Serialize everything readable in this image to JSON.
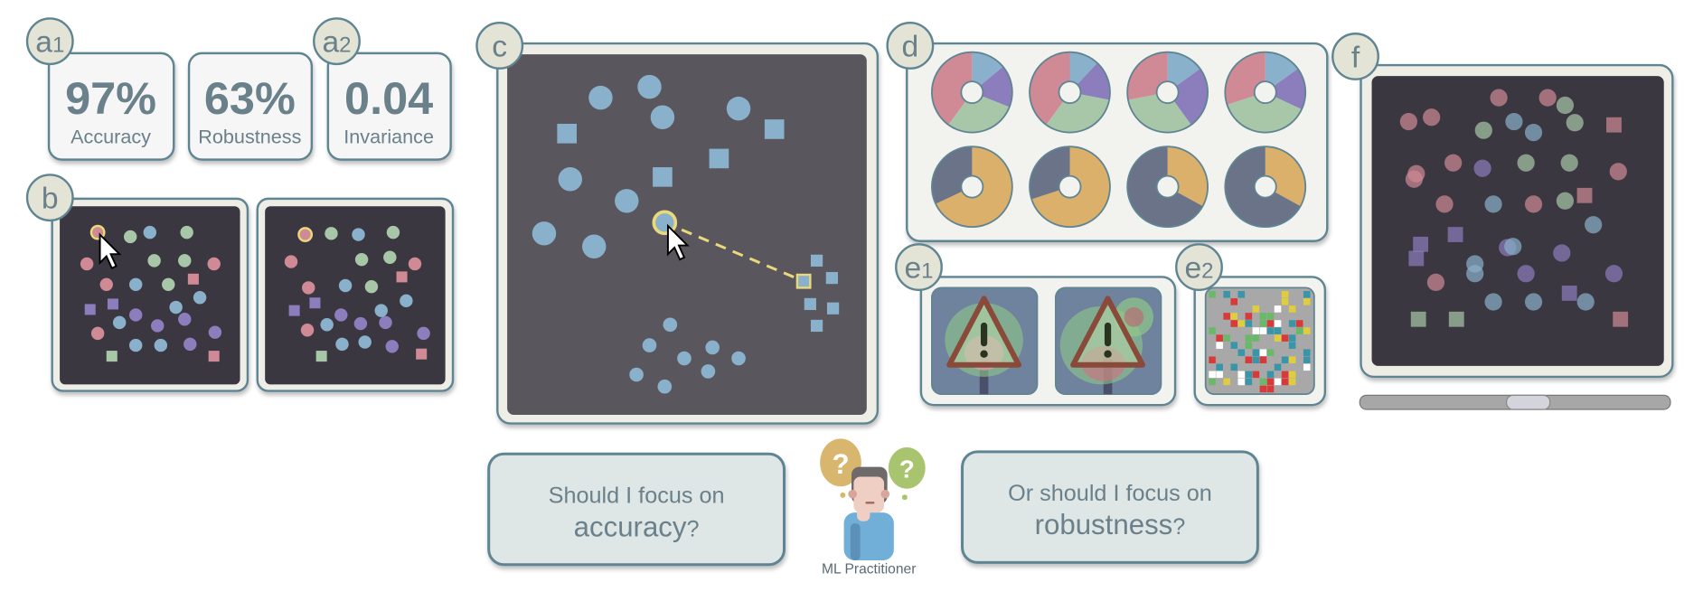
{
  "badges": {
    "a1": "a1",
    "a2": "a2",
    "b": "b",
    "c": "c",
    "d": "d",
    "e1": "e1",
    "e2": "e2",
    "f": "f"
  },
  "metrics": [
    {
      "value": "97%",
      "label": "Accuracy"
    },
    {
      "value": "63%",
      "label": "Robustness"
    },
    {
      "value": "0.04",
      "label": "Invariance"
    }
  ],
  "questions": {
    "left": {
      "line1": "Should I focus on",
      "emphasis": "accuracy",
      "suffix": "?"
    },
    "right": {
      "line1": "Or should I focus on",
      "emphasis": "robustness",
      "suffix": "?"
    }
  },
  "persona": {
    "label": "ML Practitioner"
  },
  "slider": {
    "value_fraction": 0.55
  },
  "donuts": [
    {
      "kind": "class",
      "slices": [
        0.14,
        0.17,
        0.29,
        0.4
      ]
    },
    {
      "kind": "binary",
      "slices": [
        0.68,
        0.32
      ]
    },
    {
      "kind": "class",
      "slices": [
        0.12,
        0.16,
        0.32,
        0.4
      ]
    },
    {
      "kind": "binary",
      "slices": [
        0.7,
        0.3
      ]
    },
    {
      "kind": "class",
      "slices": [
        0.15,
        0.25,
        0.32,
        0.28
      ]
    },
    {
      "kind": "binary",
      "slices": [
        0.33,
        0.67
      ]
    },
    {
      "kind": "class",
      "slices": [
        0.15,
        0.17,
        0.38,
        0.3
      ]
    },
    {
      "kind": "binary",
      "slices": [
        0.33,
        0.67
      ]
    }
  ],
  "colors": {
    "border": "#5f8492",
    "badge_fill": "#e3e4d6",
    "card_fill": "#f6f6f6",
    "panel_frame": "#eeede6",
    "dark_panel": "#3b3740",
    "c_panel": "#5a565d",
    "text": "#6a808a",
    "pink": "#cf8a96",
    "blue": "#8ab1cb",
    "purple": "#8c7dbd",
    "green": "#a8c7a8",
    "orange": "#dbb06a",
    "gray": "#6a7387",
    "yellow": "#ead97a",
    "question_fill": "#dfe6e6"
  }
}
